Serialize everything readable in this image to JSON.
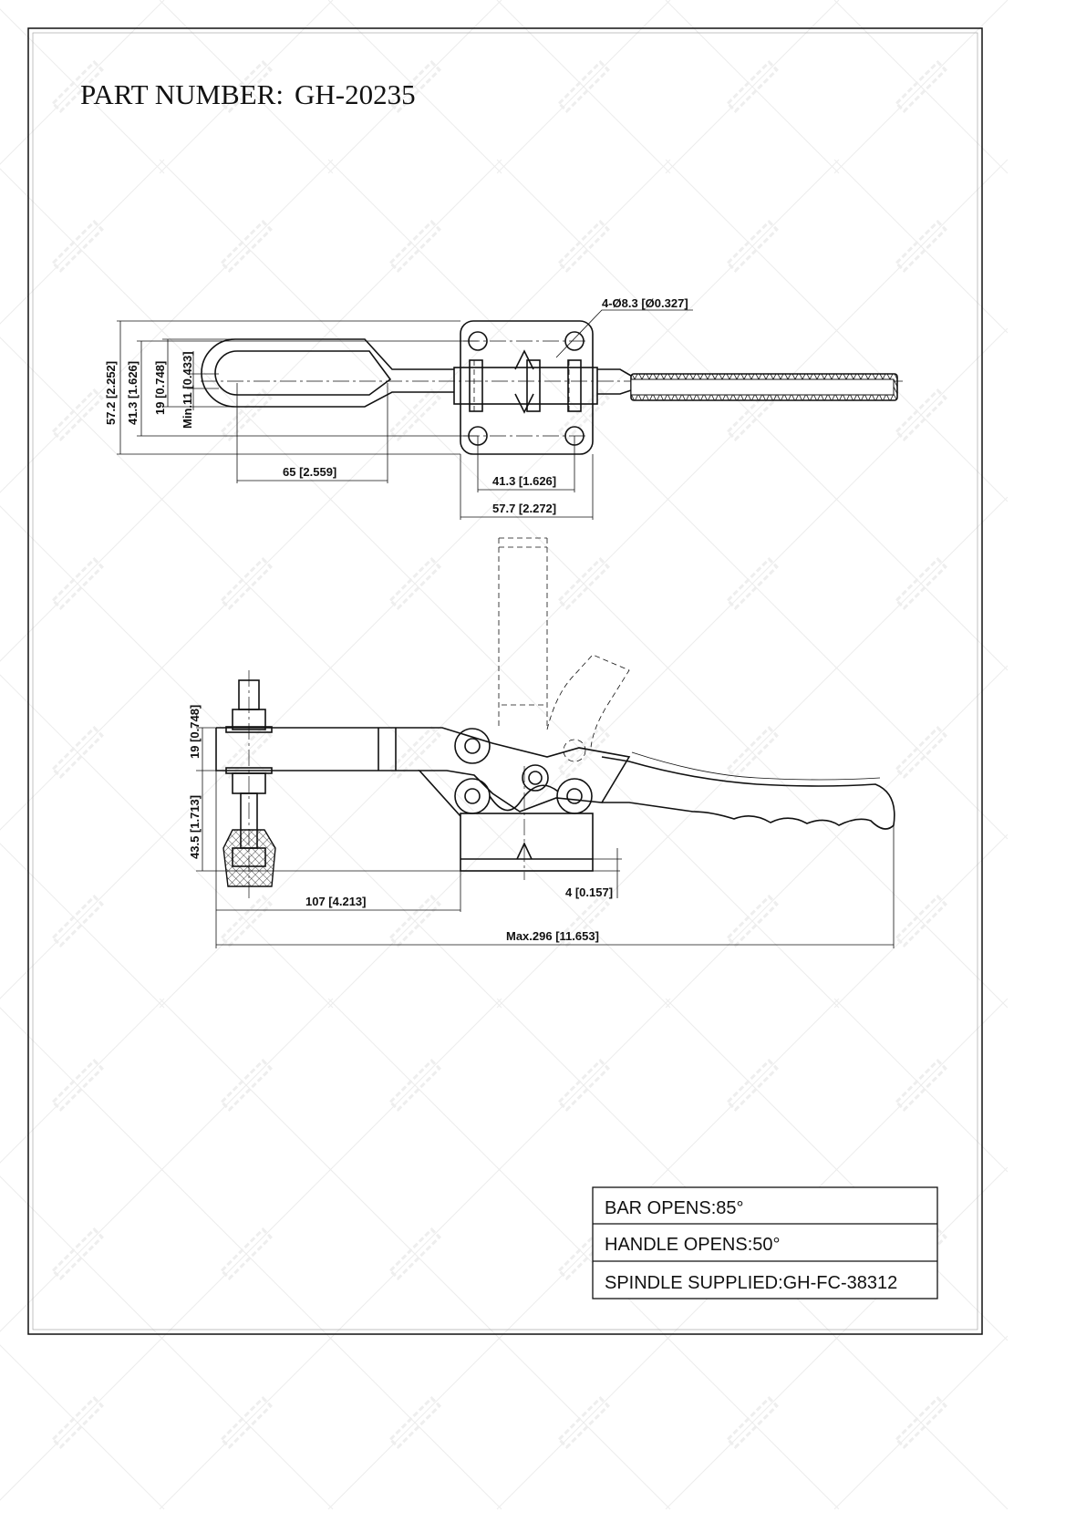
{
  "title": {
    "label": "PART NUMBER:",
    "part_number": "GH-20235"
  },
  "watermark": {
    "text": "JOINTECH",
    "subtext": "察特科"
  },
  "top_view": {
    "dims": {
      "hole": "4-Ø8.3 [Ø0.327]",
      "overall_height": "57.2 [2.252]",
      "hole_spacing_v": "41.3 [1.626]",
      "bar_width": "19 [0.748]",
      "slot_min": "Min.11 [0.433]",
      "slot_length": "65 [2.559]",
      "hole_spacing_h": "41.3 [1.626]",
      "base_width": "57.7 [2.272]"
    }
  },
  "side_view": {
    "dims": {
      "bar_height": "19 [0.748]",
      "spindle_height": "43.5 [1.713]",
      "reach": "107 [4.213]",
      "base_thickness": "4 [0.157]",
      "overall_length": "Max.296 [11.653]"
    }
  },
  "spec_table": {
    "rows": [
      "BAR OPENS:85°",
      "HANDLE OPENS:50°",
      "SPINDLE SUPPLIED:GH-FC-38312"
    ]
  }
}
